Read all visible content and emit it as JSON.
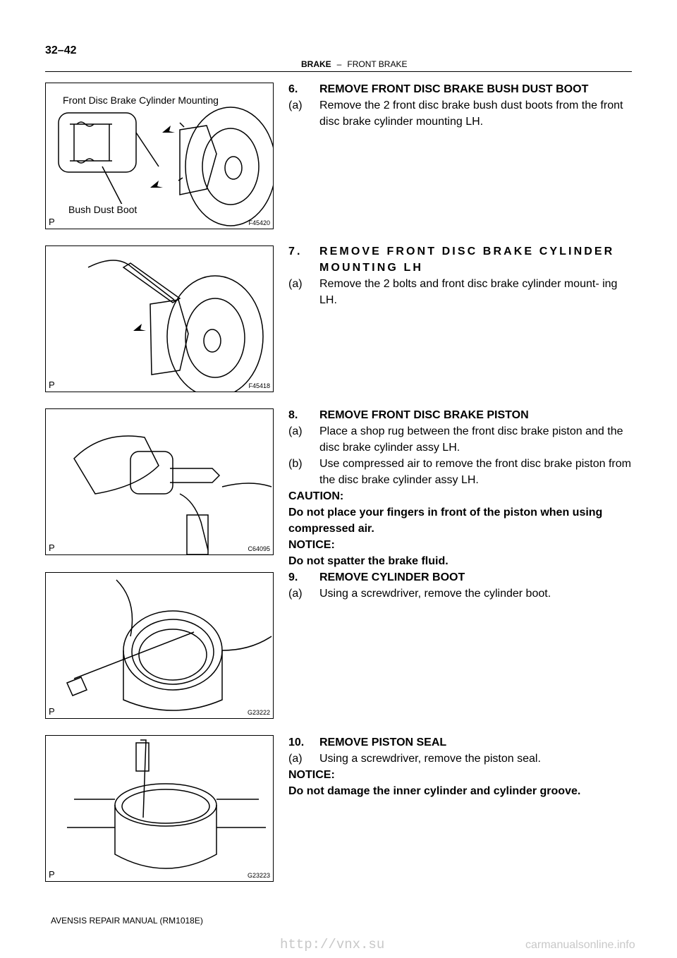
{
  "header": {
    "page_number": "32–42",
    "section": "BRAKE",
    "dash": "–",
    "subsection": "FRONT BRAKE"
  },
  "figures": [
    {
      "prefix": "P",
      "code": "F45420",
      "callouts": [
        "Front Disc Brake Cylinder Mounting",
        "Bush Dust Boot"
      ]
    },
    {
      "prefix": "P",
      "code": "F45418"
    },
    {
      "prefix": "P",
      "code": "C64095"
    },
    {
      "prefix": "P",
      "code": "G23222"
    },
    {
      "prefix": "P",
      "code": "G23223"
    }
  ],
  "steps": {
    "s6": {
      "num": "6.",
      "title": "REMOVE FRONT DISC BRAKE BUSH DUST BOOT",
      "a_num": "(a)",
      "a": "Remove the 2 front disc brake bush dust boots from the front disc brake cylinder mounting LH."
    },
    "s7": {
      "num": "7.",
      "title": "REMOVE FRONT DISC BRAKE CYLINDER MOUNTING LH",
      "a_num": "(a)",
      "a": "Remove the 2 bolts and front disc brake cylinder mount- ing LH."
    },
    "s8": {
      "num": "8.",
      "title": "REMOVE FRONT DISC BRAKE PISTON",
      "a_num": "(a)",
      "a": "Place a shop rug between the front disc brake piston and the disc brake cylinder assy LH.",
      "b_num": "(b)",
      "b": "Use compressed air to remove the front disc brake piston from the disc brake cylinder assy LH.",
      "caution_label": "CAUTION:",
      "caution": "Do not place your fingers in front of the piston when using compressed air.",
      "notice_label": "NOTICE:",
      "notice": "Do not spatter the brake fluid."
    },
    "s9": {
      "num": "9.",
      "title": "REMOVE CYLINDER BOOT",
      "a_num": "(a)",
      "a": "Using a screwdriver, remove the cylinder boot."
    },
    "s10": {
      "num": "10.",
      "title": "REMOVE PISTON SEAL",
      "a_num": "(a)",
      "a": "Using a screwdriver, remove the piston seal.",
      "notice_label": "NOTICE:",
      "notice": "Do not damage the inner cylinder and cylinder groove."
    }
  },
  "footer": {
    "manual": "AVENSIS REPAIR MANUAL   (RM1018E)",
    "url": "http://vnx.su",
    "watermark": "carmanualsonline.info"
  }
}
